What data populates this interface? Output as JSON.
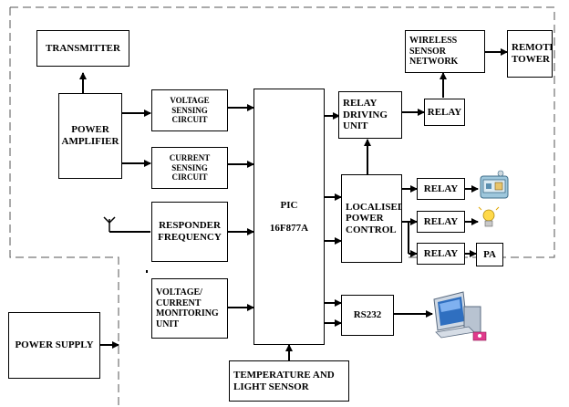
{
  "blocks": {
    "transmitter": "TRANSMITTER",
    "power_amplifier": "POWER\nAMPLIFIER",
    "voltage_sensing": "VOLTAGE\nSENSING\nCIRCUIT",
    "current_sensing": "CURRENT\nSENSING\nCIRCUIT",
    "responder_frequency": "RESPONDER\nFREQUENCY",
    "vc_monitoring": "VOLTAGE/\nCURRENT\nMONITORING\nUNIT",
    "pic": "PIC\n\n16F877A",
    "relay_driving": "RELAY\nDRIVING\nUNIT",
    "relay_top": "RELAY",
    "wireless_sensor": "WIRELESS\nSENSOR\nNETWORK",
    "remote_tower": "REMOTE\nTOWER",
    "localised_power": "LOCALISED\nPOWER\nCONTROL",
    "relay_1": "RELAY",
    "relay_2": "RELAY",
    "relay_3": "RELAY",
    "pa": "PA",
    "rs232": "RS232",
    "temp_light": "TEMPERATURE AND\nLIGHT SENSOR",
    "power_supply": "POWER SUPPLY"
  }
}
